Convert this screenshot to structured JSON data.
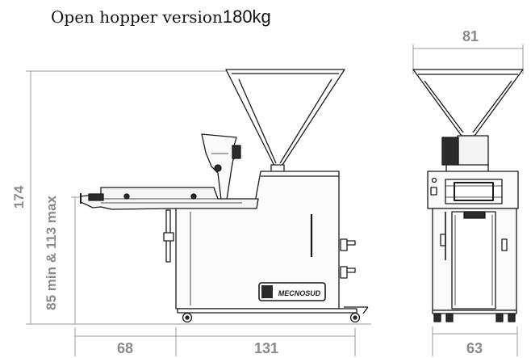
{
  "caption": {
    "label": "Open hopper version",
    "weight": "180kg"
  },
  "dimensions": {
    "total_height": "174",
    "outfeed_height": "85 min & 113 max",
    "side_conveyor_length": "68",
    "side_body_length": "131",
    "front_top_width": "81",
    "front_base_width": "63"
  },
  "badge": {
    "logo_text": "MECNOSUD"
  },
  "colors": {
    "line": "#1a1a1a",
    "dimension": "#8a8a8a",
    "body_fill": "#ffffff",
    "panel_fill": "#f2f2f2",
    "dark_part": "#2b2b2b"
  }
}
